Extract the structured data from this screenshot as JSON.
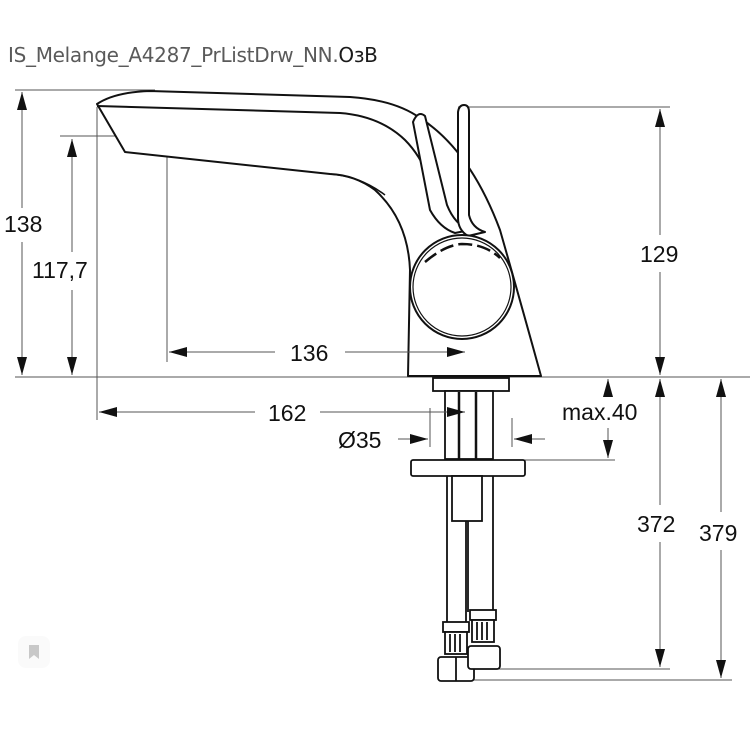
{
  "title": {
    "filename": "IS_Melange_A4287_PrListDrw_NN.",
    "extension": "OзB"
  },
  "dimensions": {
    "overall_height": "138",
    "spout_outlet_height": "117,7",
    "spout_reach": "136",
    "total_depth": "162",
    "handle_height": "129",
    "hole_diameter": "Ø35",
    "max_deck_thickness": "max.40",
    "hose_length_short": "372",
    "hose_length_long": "379"
  },
  "icons": {
    "bookmark": "bookmark-icon"
  },
  "colors": {
    "line": "#111111",
    "dim_line": "#555555",
    "title": "#5a5a5a",
    "background": "#ffffff"
  }
}
